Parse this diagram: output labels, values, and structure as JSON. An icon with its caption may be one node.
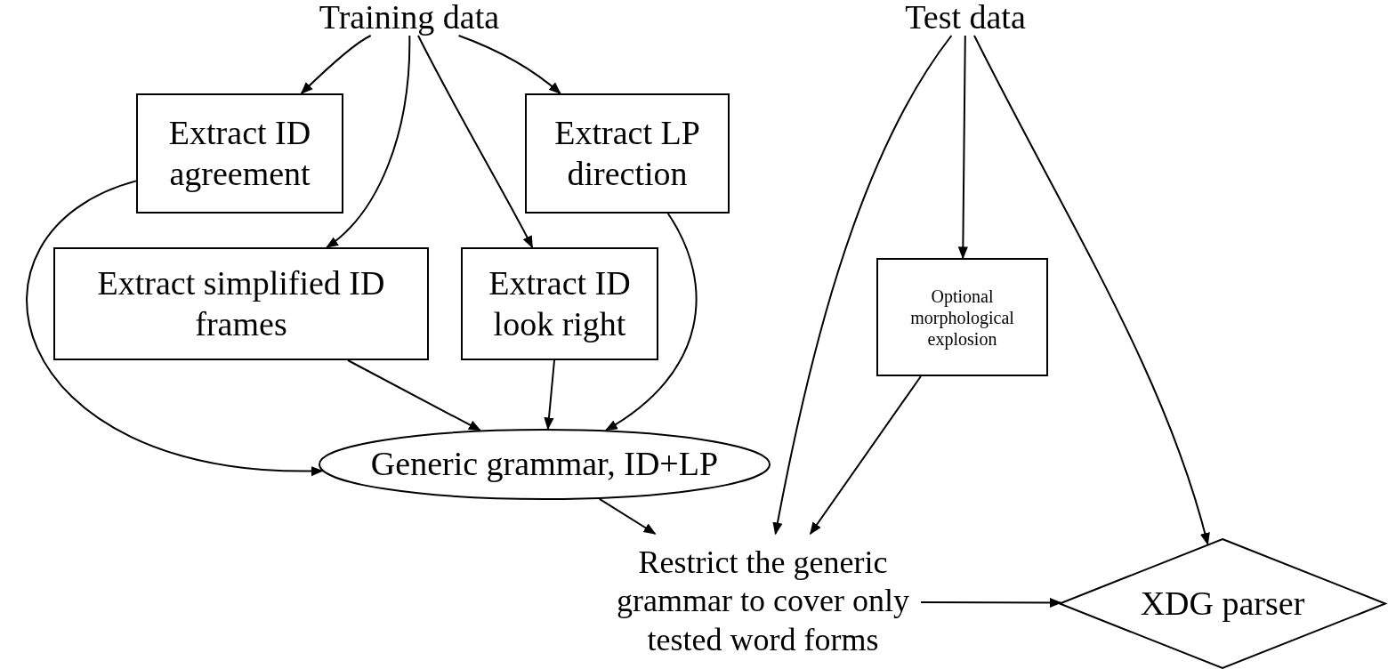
{
  "diagram": {
    "nodes": [
      {
        "text": [
          "Training data"
        ]
      },
      {
        "text": [
          "Test data"
        ]
      },
      {
        "text": [
          "Extract ID agreement"
        ]
      },
      {
        "text": [
          "Extract LP direction"
        ]
      },
      {
        "text": [
          "Extract simplified ID frames"
        ]
      },
      {
        "text": [
          "Extract ID look right"
        ]
      },
      {
        "text": [
          "Optional morphological explosion"
        ]
      },
      {
        "text": [
          "Generic grammar, ID+LP"
        ]
      },
      {
        "text": [
          "Restrict the generic grammar to cover only tested word forms"
        ]
      },
      {
        "text": [
          "XDG parser"
        ]
      }
    ],
    "edges": [
      {
        "from": 0,
        "to": 2,
        "arrow": "to"
      },
      {
        "from": 0,
        "to": 3,
        "arrow": "to"
      },
      {
        "from": 0,
        "to": 4,
        "arrow": "to"
      },
      {
        "from": 0,
        "to": 5,
        "arrow": "to"
      },
      {
        "from": 2,
        "to": 7,
        "arrow": "to"
      },
      {
        "from": 4,
        "to": 7,
        "arrow": "to"
      },
      {
        "from": 5,
        "to": 7,
        "arrow": "to"
      },
      {
        "from": 3,
        "to": 7,
        "arrow": "to"
      },
      {
        "from": 1,
        "to": 8,
        "arrow": "to"
      },
      {
        "from": 1,
        "to": 6,
        "arrow": "to"
      },
      {
        "from": 1,
        "to": 9,
        "arrow": "to"
      },
      {
        "from": 6,
        "to": 8,
        "arrow": "to"
      },
      {
        "from": 7,
        "to": 8,
        "arrow": "to"
      },
      {
        "from": 8,
        "to": 9,
        "arrow": "to"
      }
    ]
  }
}
